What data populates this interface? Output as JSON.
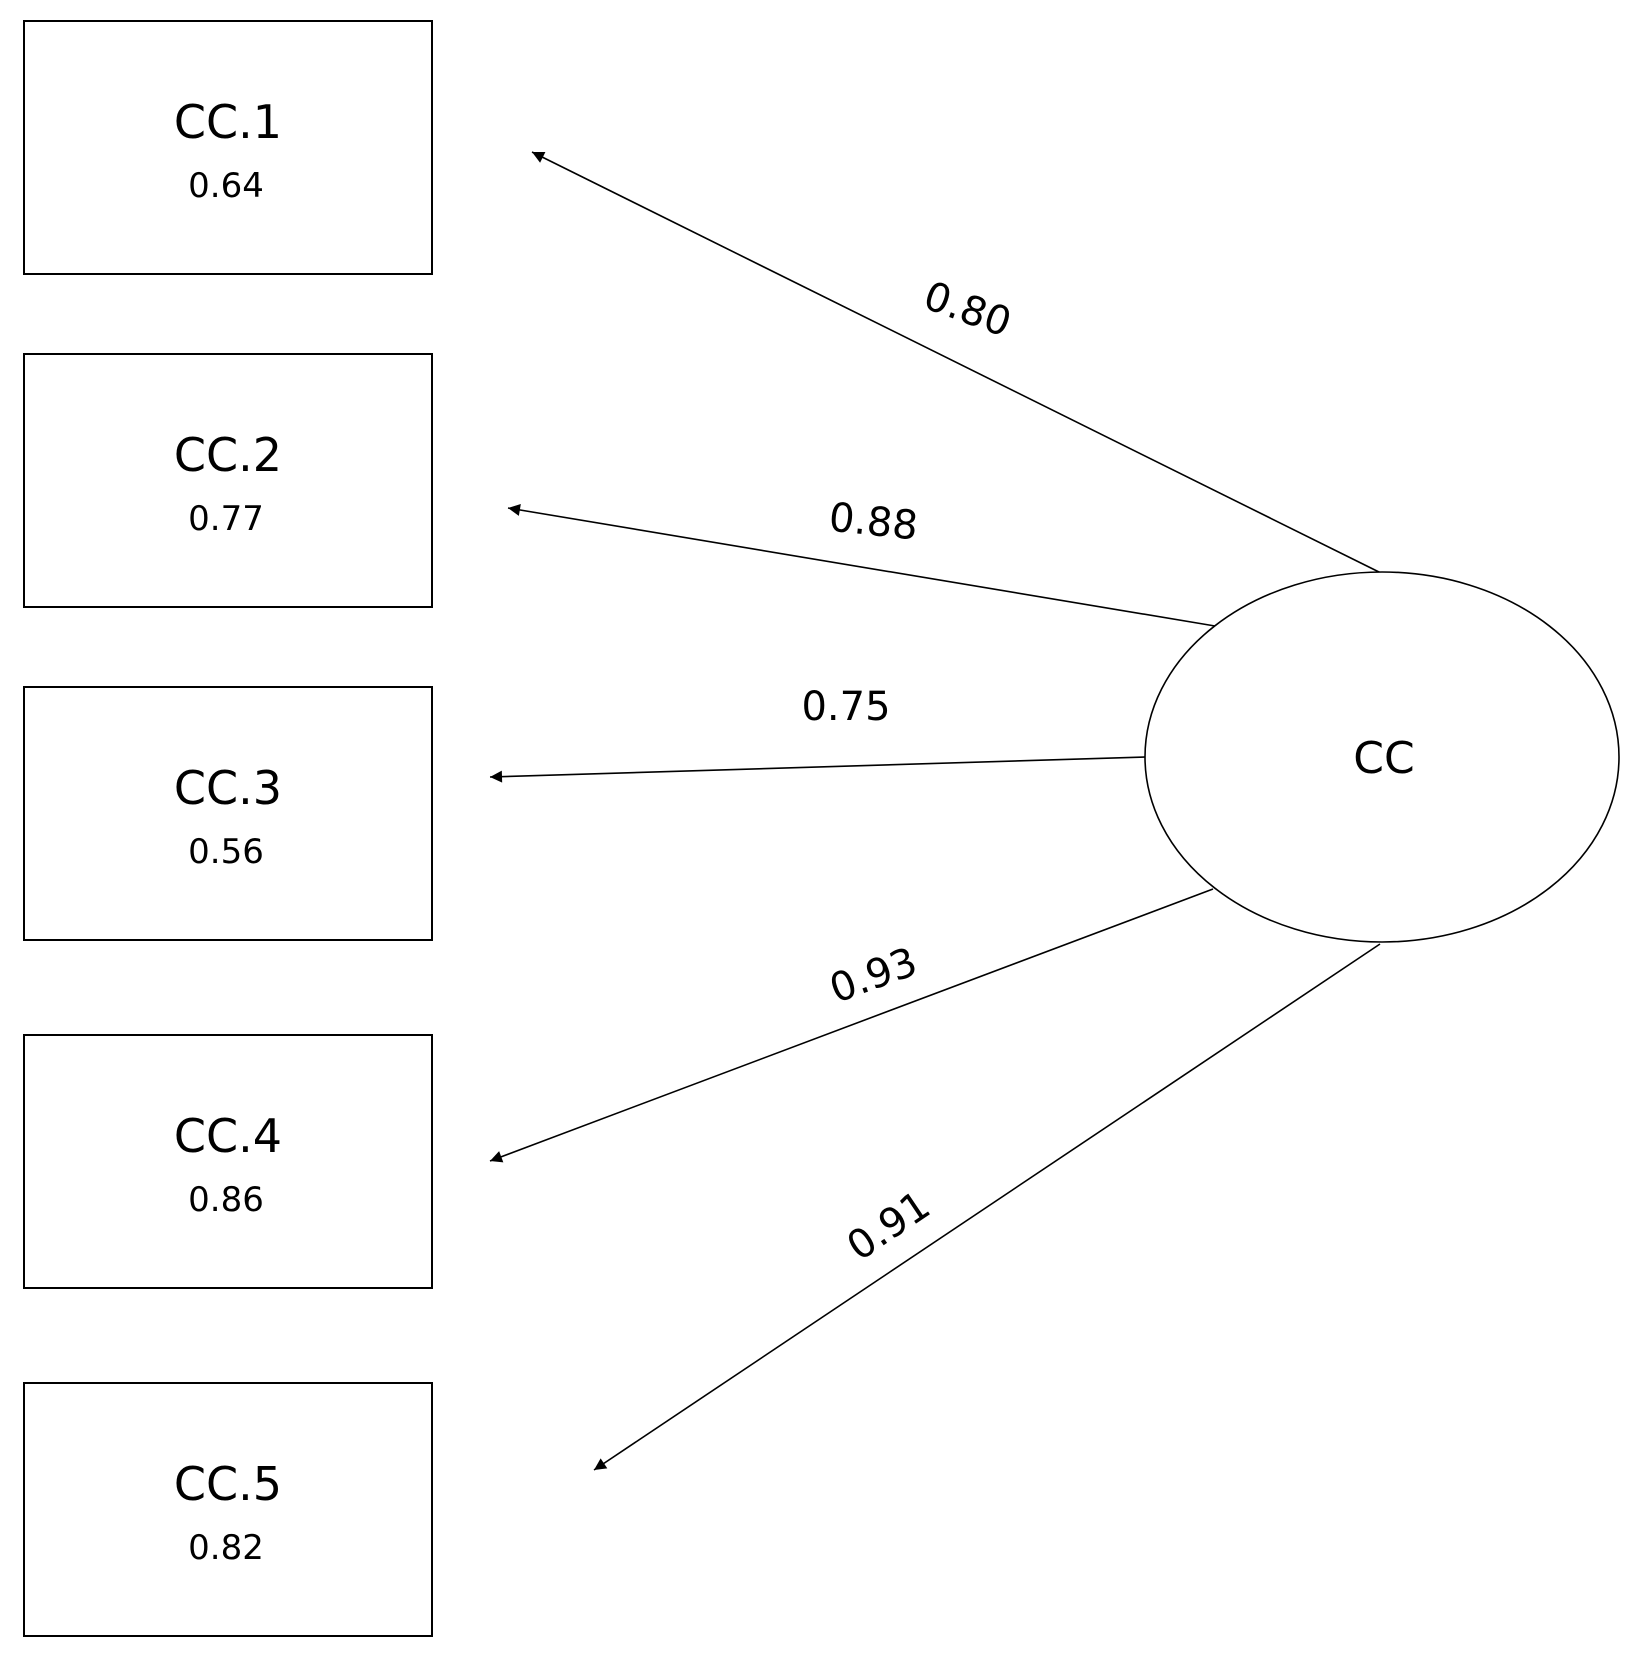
{
  "latent": {
    "name": "CC"
  },
  "indicators": [
    {
      "name": "CC.1",
      "value": "0.64",
      "loading": "0.80"
    },
    {
      "name": "CC.2",
      "value": "0.77",
      "loading": "0.88"
    },
    {
      "name": "CC.3",
      "value": "0.56",
      "loading": "0.75"
    },
    {
      "name": "CC.4",
      "value": "0.86",
      "loading": "0.93"
    },
    {
      "name": "CC.5",
      "value": "0.82",
      "loading": "0.91"
    }
  ]
}
